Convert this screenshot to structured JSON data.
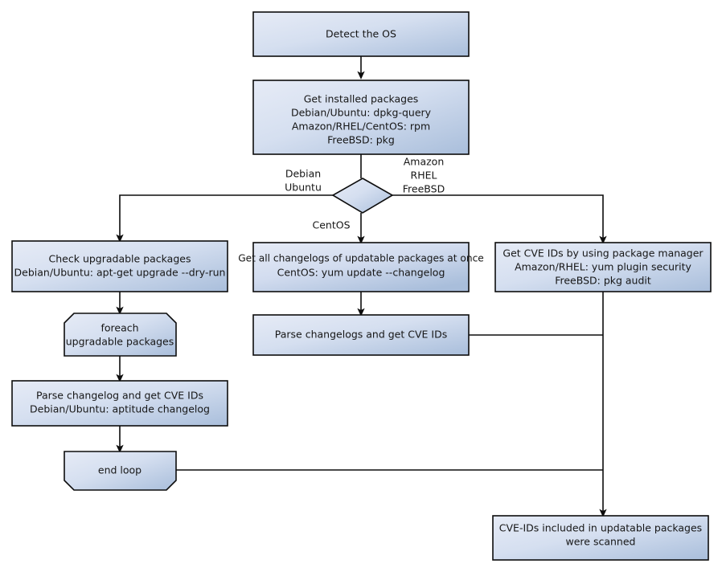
{
  "diagram": {
    "title": "OS package CVE scanning flow",
    "background_color": "#ffffff",
    "node_fill_light": "#e4e9f5",
    "node_fill_dark": "#aec1dd",
    "stroke_color": "#0d0d0d"
  },
  "nodes": {
    "detect_os": {
      "shape": "process",
      "lines": [
        "Detect the OS"
      ],
      "line1": "Detect the OS"
    },
    "get_installed": {
      "shape": "process",
      "line1": "Get installed packages",
      "line2": "Debian/Ubuntu: dpkg-query",
      "line3": "Amazon/RHEL/CentOS: rpm",
      "line4": "FreeBSD: pkg"
    },
    "os_decision": {
      "shape": "diamond",
      "label": ""
    },
    "check_upgradable": {
      "shape": "process",
      "line1": "Check upgradable packages",
      "line2": "Debian/Ubuntu: apt-get upgrade --dry-run"
    },
    "foreach_loop": {
      "shape": "loop-start",
      "line1": "foreach",
      "line2": "upgradable  packages"
    },
    "parse_changelog_deb": {
      "shape": "process",
      "line1": "Parse changelog and get  CVE IDs",
      "line2": "Debian/Ubuntu: aptitude changelog"
    },
    "end_loop": {
      "shape": "loop-end",
      "line1": "end loop"
    },
    "get_all_changelogs": {
      "shape": "process",
      "line1": "Get all changelogs of updatable packages at once",
      "line2": "CentOS: yum update --changelog"
    },
    "parse_changelogs_centos": {
      "shape": "process",
      "line1": "Parse changelogs and get CVE IDs"
    },
    "get_cve_pkgmgr": {
      "shape": "process",
      "line1": "Get CVE IDs by using package manager",
      "line2": "Amazon/RHEL: yum plugin security",
      "line3": "FreeBSD: pkg audit"
    },
    "scanned_result": {
      "shape": "process",
      "line1": "CVE-IDs included in updatable packages",
      "line2": "were scanned"
    }
  },
  "edge_labels": {
    "debian_1": "Debian",
    "debian_2": "Ubuntu",
    "amazon_1": "Amazon",
    "amazon_2": "RHEL",
    "amazon_3": "FreeBSD",
    "centos": "CentOS"
  }
}
